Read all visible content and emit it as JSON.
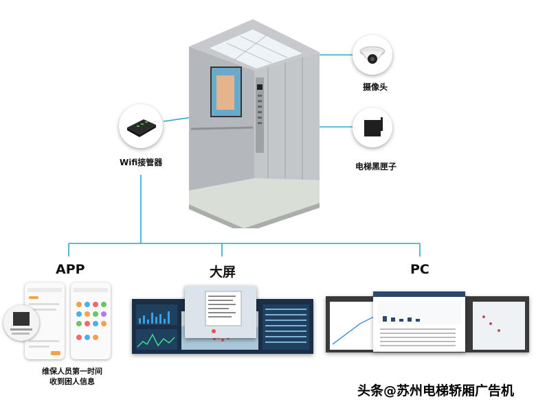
{
  "devices": {
    "camera_label": "摄像头",
    "box_label": "电梯黑匣子",
    "wifi_label": "Wifi接管器"
  },
  "terminals": {
    "app_label": "APP",
    "screen_label": "大屏",
    "pc_label": "PC"
  },
  "caption": {
    "line1": "维保人员第一时间",
    "line2": "收到困人信息"
  },
  "watermark": "头条@苏州电梯轿厢广告机",
  "colors": {
    "connector": "#2aa6c9",
    "steel": "#b9bcc0",
    "floor": "#d9ded7",
    "dashboard": "#1a2f47"
  }
}
